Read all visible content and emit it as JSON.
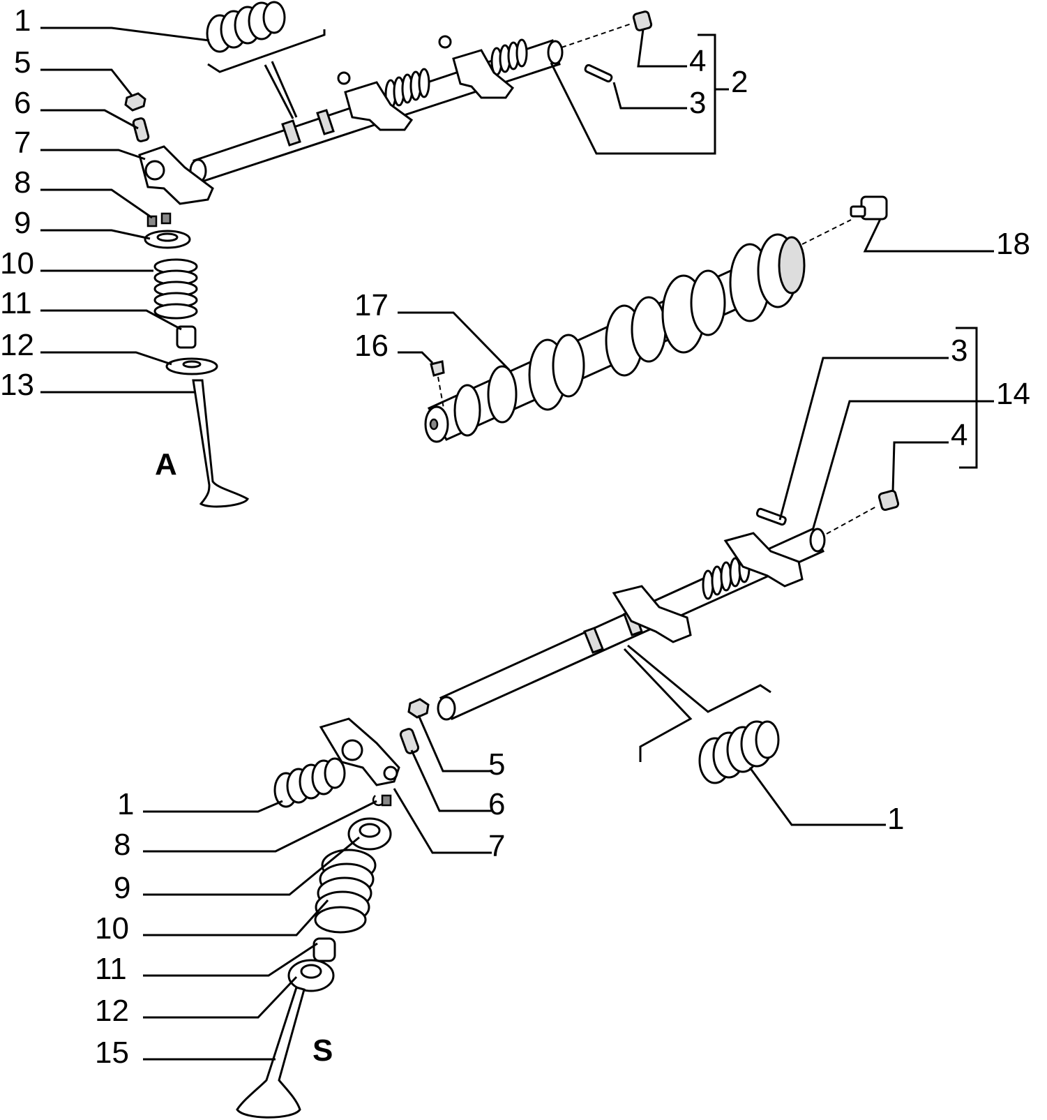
{
  "labels": {
    "a_1": "1",
    "a_5": "5",
    "a_6": "6",
    "a_7": "7",
    "a_8": "8",
    "a_9": "9",
    "a_10": "10",
    "a_11": "11",
    "a_12": "12",
    "a_13": "13",
    "a_letter": "A",
    "tr_4": "4",
    "tr_3": "3",
    "tr_2": "2",
    "c_18": "18",
    "c_17": "17",
    "c_16": "16",
    "r_3": "3",
    "r_14": "14",
    "r_4": "4",
    "s_5": "5",
    "s_6": "6",
    "s_7": "7",
    "s_1": "1",
    "s_1b": "1",
    "s_8": "8",
    "s_9": "9",
    "s_10": "10",
    "s_11": "11",
    "s_12": "12",
    "s_15": "15",
    "s_letter": "S"
  }
}
